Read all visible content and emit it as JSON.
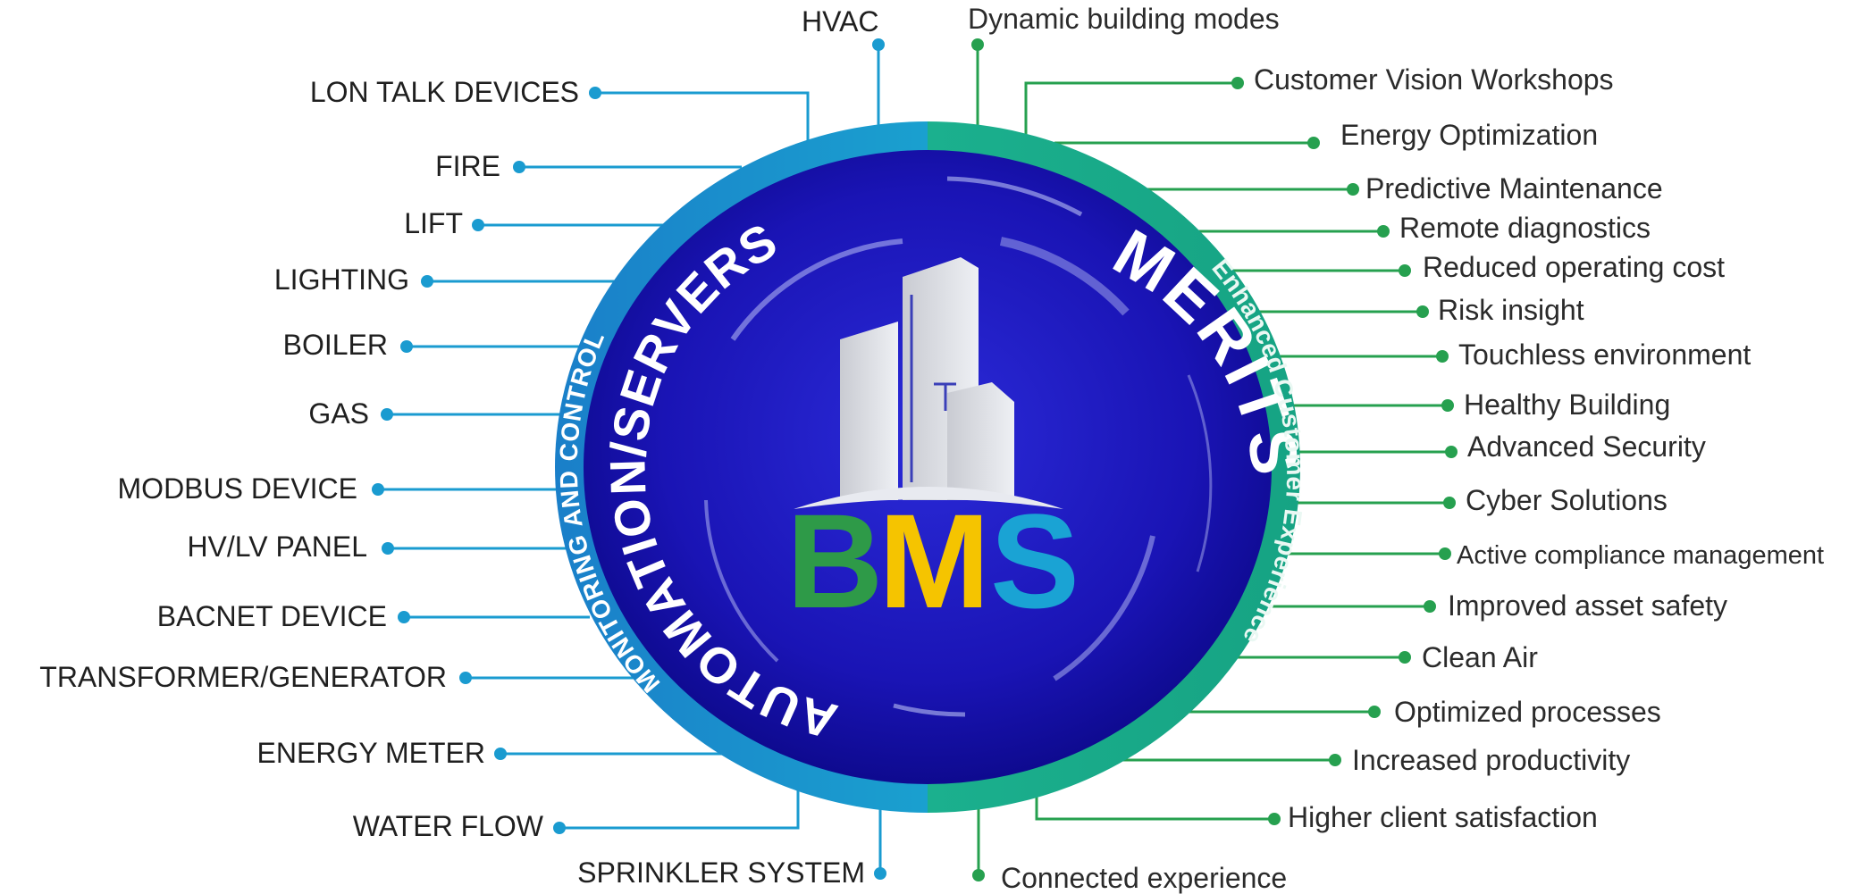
{
  "center": {
    "logo_letters": [
      "B",
      "M",
      "S"
    ],
    "logo_colors": [
      "#2e9a48",
      "#f5c400",
      "#1aa3d4"
    ],
    "inner_arc_left": "AUTOMATION/SERVERS",
    "inner_arc_right": "MERITS",
    "outer_arc_left": "MONITORING AND CONTROL",
    "outer_arc_right": "Enhanced Customer Experience"
  },
  "colors": {
    "left_connector": "#1a9bd0",
    "right_connector": "#26a04f",
    "disc": "#1a16b8",
    "ring_left": "#1689c9",
    "ring_right": "#18a88a"
  },
  "left_items": [
    "HVAC",
    "LON TALK DEVICES",
    "FIRE",
    "LIFT",
    "LIGHTING",
    "BOILER",
    "GAS",
    "MODBUS DEVICE",
    "HV/LV PANEL",
    "BACNET DEVICE",
    "TRANSFORMER/GENERATOR",
    "ENERGY METER",
    "WATER FLOW",
    "SPRINKLER SYSTEM"
  ],
  "right_items": [
    "Dynamic building modes",
    "Customer Vision Workshops",
    "Energy Optimization",
    "Predictive Maintenance",
    "Remote diagnostics",
    "Reduced operating cost",
    "Risk insight",
    "Touchless environment",
    "Healthy Building",
    "Advanced Security",
    "Cyber Solutions",
    "Active compliance management",
    "Improved asset safety",
    "Clean Air",
    "Optimized processes",
    "Increased productivity",
    "Higher client satisfaction",
    "Connected experience"
  ]
}
